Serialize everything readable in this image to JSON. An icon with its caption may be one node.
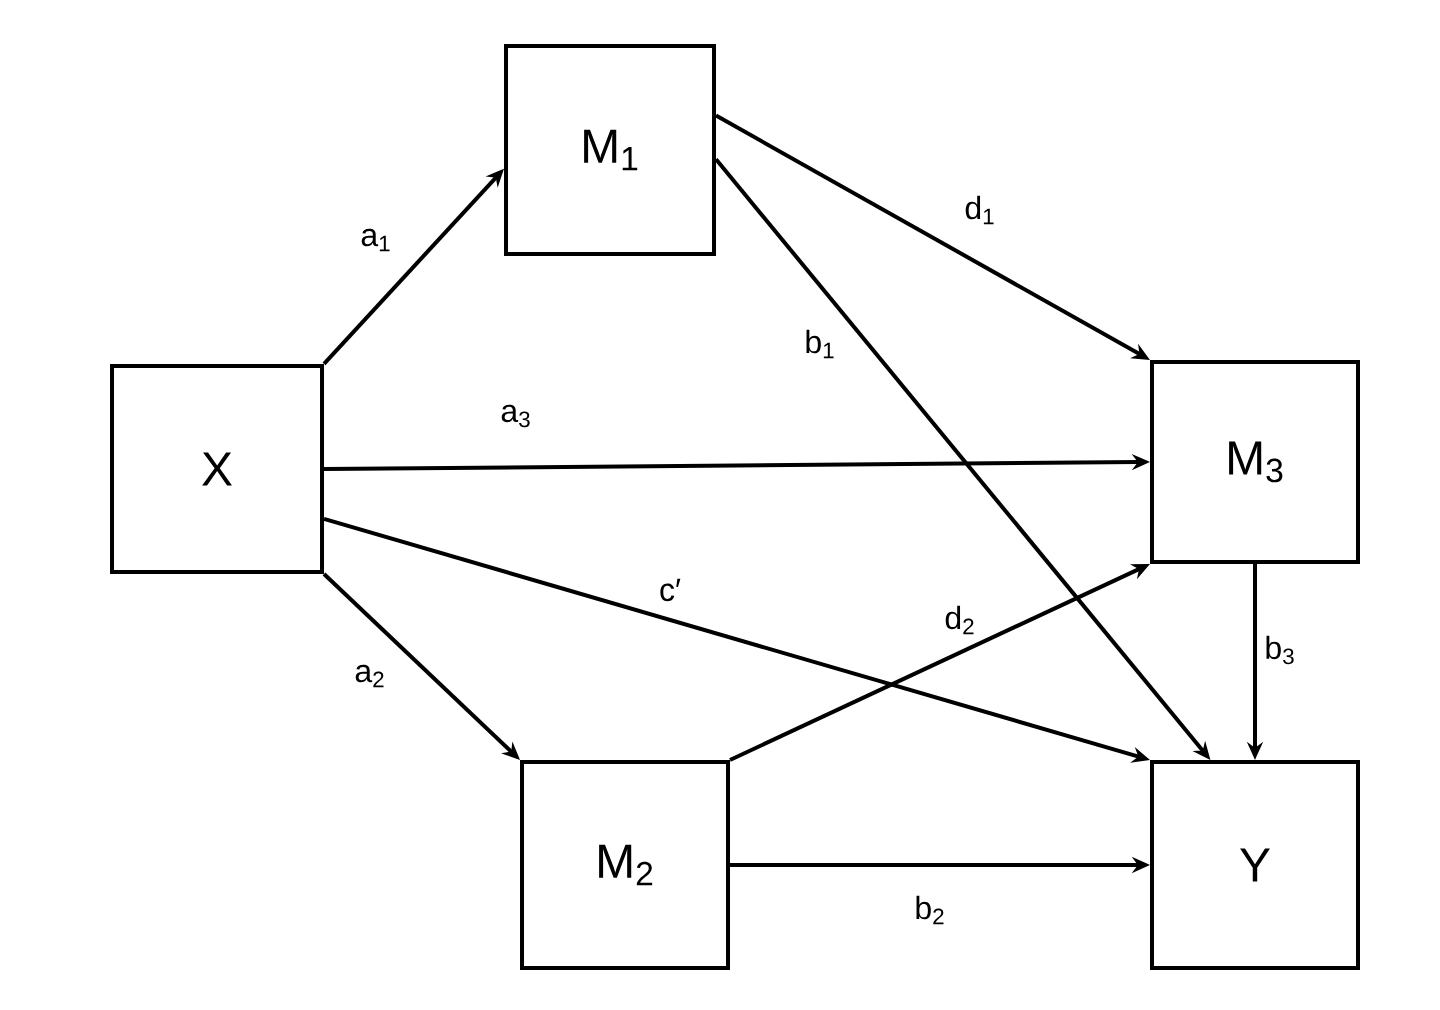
{
  "diagram": {
    "nodes": [
      {
        "text": [
          "X"
        ]
      },
      {
        "text": [
          "M$_{1}$"
        ]
      },
      {
        "text": [
          "M$_{2}$"
        ]
      },
      {
        "text": [
          "M$_{3}$"
        ]
      },
      {
        "text": [
          "Y"
        ]
      }
    ],
    "edges": [
      {
        "from": 0,
        "to": 1,
        "arrow": "to",
        "label": "a$_{1}$"
      },
      {
        "from": 0,
        "to": 3,
        "arrow": "to",
        "label": "a$_{3}$"
      },
      {
        "from": 0,
        "to": 4,
        "arrow": "to",
        "label": "c′"
      },
      {
        "from": 0,
        "to": 2,
        "arrow": "to",
        "label": "a$_{2}$"
      },
      {
        "from": 1,
        "to": 3,
        "arrow": "to",
        "label": "d$_{1}$"
      },
      {
        "from": 1,
        "to": 4,
        "arrow": "to",
        "label": "b$_{1}$"
      },
      {
        "from": 2,
        "to": 3,
        "arrow": "to",
        "label": "d$_{2}$"
      },
      {
        "from": 2,
        "to": 4,
        "arrow": "to",
        "label": "b$_{2}$"
      },
      {
        "from": 3,
        "to": 4,
        "arrow": "to",
        "label": "b$_{3}$"
      }
    ]
  }
}
